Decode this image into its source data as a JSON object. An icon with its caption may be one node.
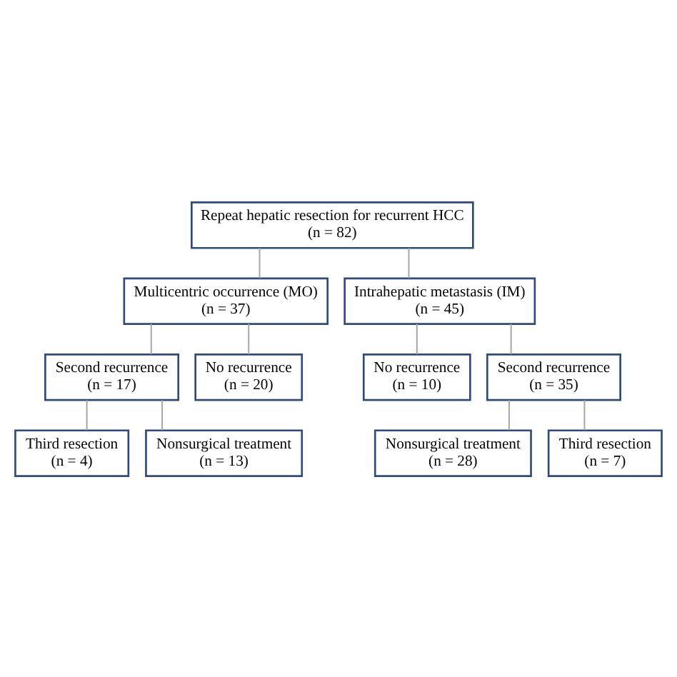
{
  "diagram": {
    "nodes": [
      {
        "text": [
          "Repeat hepatic resection for recurrent HCC",
          "(n = 82)"
        ]
      },
      {
        "text": [
          "Multicentric occurrence (MO)",
          "(n = 37)"
        ]
      },
      {
        "text": [
          "Intrahepatic metastasis (IM)",
          "(n = 45)"
        ]
      },
      {
        "text": [
          "Second recurrence",
          "(n = 17)"
        ]
      },
      {
        "text": [
          "No recurrence",
          "(n = 20)"
        ]
      },
      {
        "text": [
          "No recurrence",
          "(n = 10)"
        ]
      },
      {
        "text": [
          "Second recurrence",
          "(n = 35)"
        ]
      },
      {
        "text": [
          "Third resection",
          "(n = 4)"
        ]
      },
      {
        "text": [
          "Nonsurgical treatment",
          "(n = 13)"
        ]
      },
      {
        "text": [
          "Nonsurgical treatment",
          "(n = 28)"
        ]
      },
      {
        "text": [
          "Third resection",
          "(n = 7)"
        ]
      }
    ],
    "edges": [
      {
        "from": 0,
        "to": 1,
        "arrow": "none"
      },
      {
        "from": 0,
        "to": 2,
        "arrow": "none"
      },
      {
        "from": 1,
        "to": 3,
        "arrow": "none"
      },
      {
        "from": 1,
        "to": 4,
        "arrow": "none"
      },
      {
        "from": 2,
        "to": 5,
        "arrow": "none"
      },
      {
        "from": 2,
        "to": 6,
        "arrow": "none"
      },
      {
        "from": 3,
        "to": 7,
        "arrow": "none"
      },
      {
        "from": 3,
        "to": 8,
        "arrow": "none"
      },
      {
        "from": 6,
        "to": 9,
        "arrow": "none"
      },
      {
        "from": 6,
        "to": 10,
        "arrow": "none"
      }
    ]
  }
}
